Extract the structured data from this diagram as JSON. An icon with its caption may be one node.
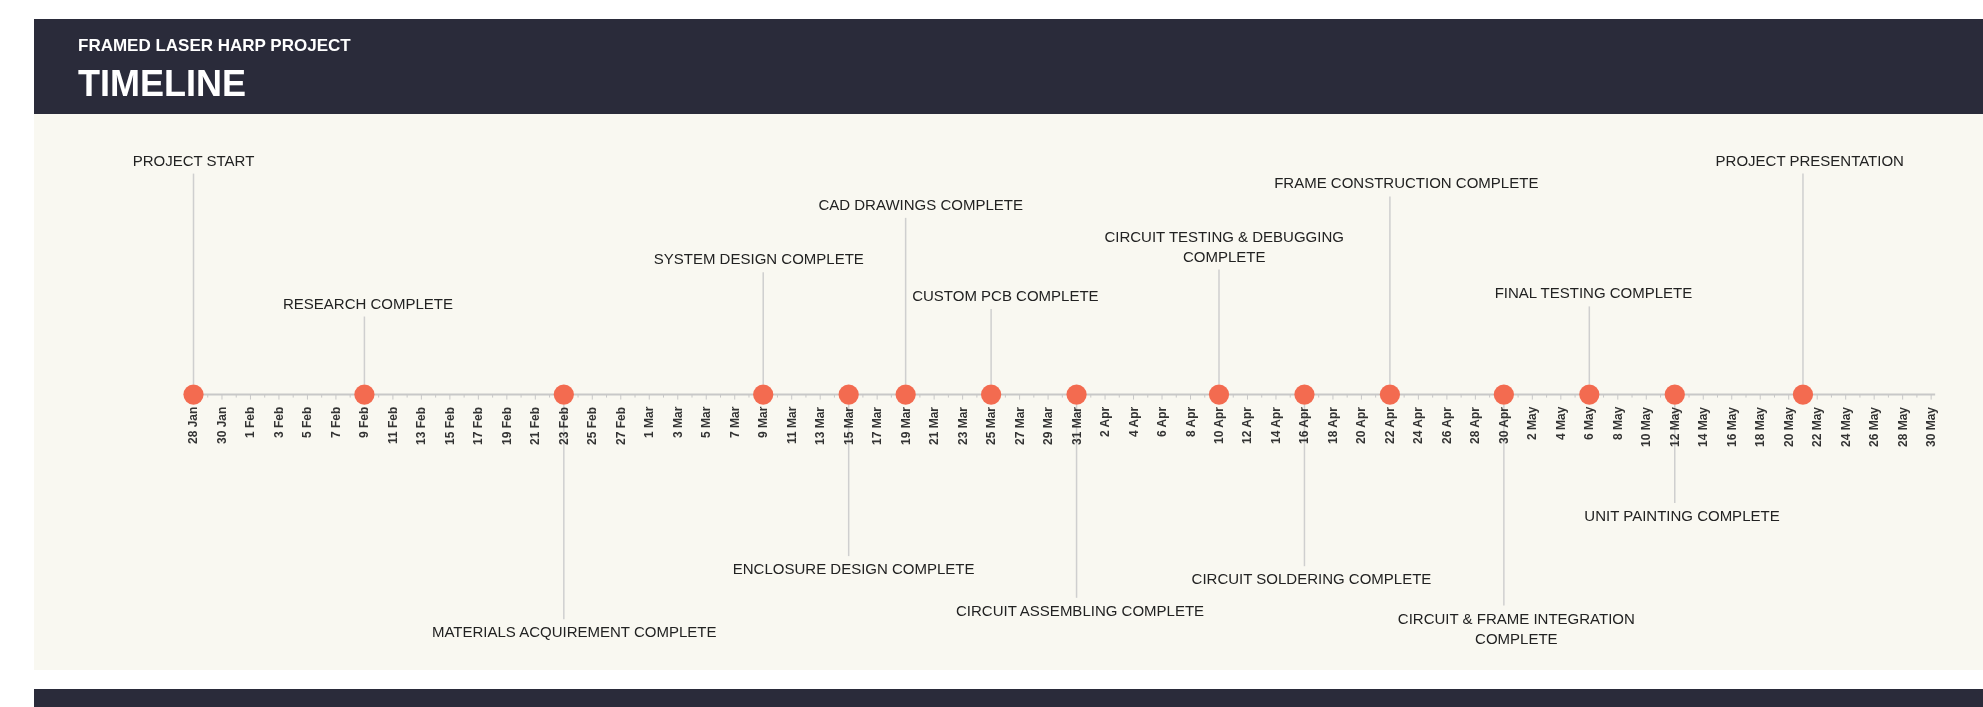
{
  "diagram": {
    "title": "TIMELINE",
    "nodes": [
      {
        "text": [
          "PROJECT START"
        ]
      },
      {
        "text": [
          "RESEARCH COMPLETE"
        ]
      },
      {
        "text": [
          "MATERIALS ACQUIREMENT COMPLETE"
        ]
      },
      {
        "text": [
          "SYSTEM DESIGN COMPLETE"
        ]
      },
      {
        "text": [
          "ENCLOSURE DESIGN COMPLETE"
        ]
      },
      {
        "text": [
          "CAD DRAWINGS COMPLETE"
        ]
      },
      {
        "text": [
          "CUSTOM PCB COMPLETE"
        ]
      },
      {
        "text": [
          "CIRCUIT ASSEMBLING COMPLETE"
        ]
      },
      {
        "text": [
          "CIRCUIT TESTING & DEBUGGING COMPLETE"
        ]
      },
      {
        "text": [
          "CIRCUIT SOLDERING COMPLETE"
        ]
      },
      {
        "text": [
          "FRAME CONSTRUCTION COMPLETE"
        ]
      },
      {
        "text": [
          "CIRCUIT & FRAME INTEGRATION COMPLETE"
        ]
      },
      {
        "text": [
          "FINAL TESTING COMPLETE"
        ]
      },
      {
        "text": [
          "UNIT PAINTING COMPLETE"
        ]
      },
      {
        "text": [
          "PROJECT PRESENTATION"
        ]
      },
      {
        "text": [],
        "shape": "circle"
      },
      {
        "text": [],
        "shape": "circle"
      },
      {
        "text": [],
        "shape": "circle"
      },
      {
        "text": [],
        "shape": "circle"
      },
      {
        "text": [],
        "shape": "circle"
      },
      {
        "text": [],
        "shape": "circle"
      },
      {
        "text": [],
        "shape": "circle"
      },
      {
        "text": [],
        "shape": "circle"
      },
      {
        "text": [],
        "shape": "circle"
      },
      {
        "text": [],
        "shape": "circle"
      },
      {
        "text": [],
        "shape": "circle"
      },
      {
        "text": [],
        "shape": "circle"
      },
      {
        "text": [],
        "shape": "circle"
      },
      {
        "text": [],
        "shape": "circle"
      },
      {
        "text": [],
        "shape": "circle"
      }
    ],
    "edges": [
      {
        "from": 0,
        "to": 15,
        "arrow": "none"
      },
      {
        "from": 1,
        "to": 16,
        "arrow": "none"
      },
      {
        "from": 2,
        "to": 17,
        "arrow": "none"
      },
      {
        "from": 3,
        "to": 18,
        "arrow": "none"
      },
      {
        "from": 4,
        "to": 19,
        "arrow": "none"
      },
      {
        "from": 5,
        "to": 20,
        "arrow": "none"
      },
      {
        "from": 6,
        "to": 21,
        "arrow": "none"
      },
      {
        "from": 7,
        "to": 22,
        "arrow": "none"
      },
      {
        "from": 8,
        "to": 23,
        "arrow": "none"
      },
      {
        "from": 9,
        "to": 24,
        "arrow": "none"
      },
      {
        "from": 10,
        "to": 25,
        "arrow": "none"
      },
      {
        "from": 11,
        "to": 26,
        "arrow": "none"
      },
      {
        "from": 12,
        "to": 27,
        "arrow": "none"
      },
      {
        "from": 13,
        "to": 28,
        "arrow": "none"
      },
      {
        "from": 14,
        "to": 29,
        "arrow": "none"
      }
    ],
    "labels": [
      "FRAMED LASER HARP PROJECT",
      "28 Jan",
      "30 Jan",
      "1 Feb",
      "3 Feb",
      "5 Feb",
      "7 Feb",
      "9 Feb",
      "11 Feb",
      "13 Feb",
      "15 Feb",
      "17 Feb",
      "19 Feb",
      "21 Feb",
      "23 Feb",
      "25 Feb",
      "27 Feb",
      "1 Mar",
      "3 Mar",
      "5 Mar",
      "7 Mar",
      "9 Mar",
      "11 Mar",
      "13 Mar",
      "15 Mar",
      "17 Mar",
      "19 Mar",
      "21 Mar",
      "23 Mar",
      "25 Mar",
      "27 Mar",
      "29 Mar",
      "31 Mar",
      "2 Apr",
      "4 Apr",
      "6 Apr",
      "8 Apr",
      "10 Apr",
      "12 Apr",
      "14 Apr",
      "16 Apr",
      "18 Apr",
      "20 Apr",
      "22 Apr",
      "24 Apr",
      "26 Apr",
      "28 Apr",
      "30 Apr",
      "2 May",
      "4 May",
      "6 May",
      "8 May",
      "10 May",
      "12 May",
      "14 May",
      "16 May",
      "18 May",
      "20 May",
      "22 May",
      "24 May",
      "26 May",
      "28 May",
      "30 May"
    ]
  }
}
